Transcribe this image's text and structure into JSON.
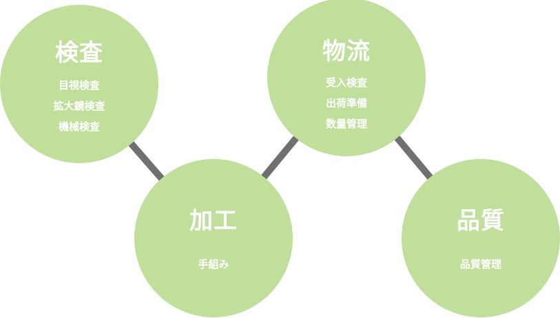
{
  "colors": {
    "circle": "#c0df9b",
    "connector": "#707070",
    "text": "#ffffff"
  },
  "nodes": [
    {
      "title": "検査",
      "items": [
        "目視検査",
        "拡大鏡検査",
        "機械検査"
      ]
    },
    {
      "title": "加工",
      "items": [
        "手組み"
      ]
    },
    {
      "title": "物流",
      "items": [
        "受入検査",
        "出荷準備",
        "数量管理"
      ]
    },
    {
      "title": "品質",
      "items": [
        "品質管理"
      ]
    }
  ]
}
